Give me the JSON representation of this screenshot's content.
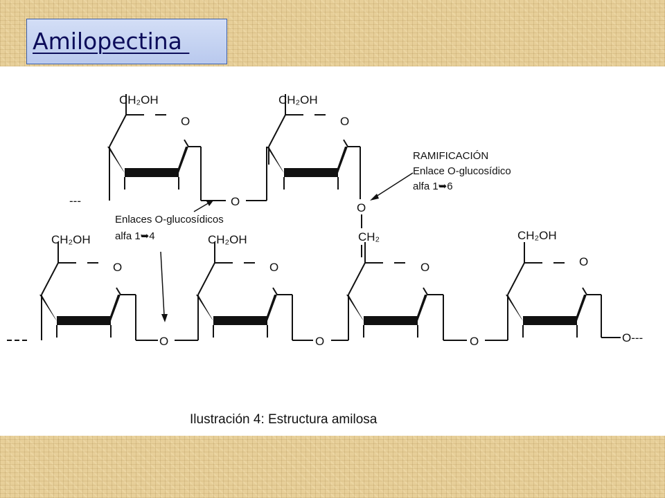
{
  "slide": {
    "title": "Amilopectina "
  },
  "figure": {
    "caption": "Ilustración 4: Estructura amilosa",
    "annotations": {
      "branch_title": "RAMIFICACIÓN",
      "branch_line1": "Enlace O-glucosídico",
      "branch_line2": "alfa 1➥6",
      "chain_line1": "Enlaces O-glucosídicos",
      "chain_line2": "alfa 1➥4"
    },
    "atoms": {
      "hydroxymethyl": "CH₂OH",
      "ring_oxygen": "O",
      "bridge_oxygen": "O",
      "methylene": "CH₂",
      "chain_start": "---",
      "chain_end": "O---"
    }
  }
}
